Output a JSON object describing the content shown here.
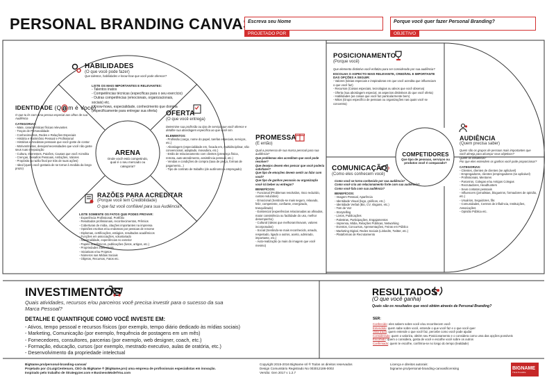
{
  "title": "PERSONAL BRANDING CANVAS",
  "name_box": {
    "placeholder": "Escreva seu Nome",
    "tag": "PROJETADO POR"
  },
  "objective_box": {
    "placeholder": "Porque você quer fazer Personal Branding?",
    "tag": "OBJETIVO"
  },
  "habilidades": {
    "title": "HABILIDADES",
    "subtitle": "(O que você pode fazer)",
    "question": "Que talentos, habilidades e know-how que você pode oferecer?",
    "list_heading": "LISTE OS MAIS IMPORTANTES E RELEVANTES:",
    "items": [
      "- Talentos inatos",
      "- Competências técnicas (específicas para o seu exercício)",
      "- Outras competências (emocionais, organizacionais, sociais) etc.",
      "- Know-hows, especialidade, conhecimento que domina",
      "(especificamente para entregar sua oferta)"
    ]
  },
  "identidade": {
    "title": "IDENTIDADE",
    "subtitle": "(Quem é Você)",
    "question": "O que tu és com uma pessoa especial aos olhos de sua Audiência",
    "categorias_label": "CATEGORIAS:",
    "items": [
      "- Mate, características físicas relevantes",
      "- Traços de Personalidade",
      "- Conhecimentos, Redes e Relações Especiais",
      "- História e Patrimônio Pessoal e Profissional",
      "- Histórias e Anedotas pessoais que você goste de contar",
      "- Motivos/metas, desejos/necessidades que você não goste",
      "  seus ruas e reputação",
      "- Cultura, Interesses, Paixões, Causas que você Acredita",
      "- Crenças, Desafios Pessoais, Ambições, Valores",
      "- Propósito (a razão final por trás de suas ações)",
      "- Ideal (quem você gostaria de se tornar à medida da longo prazo)"
    ]
  },
  "arena": {
    "title": "ARENA",
    "text": "Onde você está competindo, qual é o seu mercado ou categoria?"
  },
  "oferta": {
    "title": "OFERTA",
    "subtitle": "(O que você entrega)",
    "question": "Determine sua profissão ou tipo de serviço que você oferece e detalhe sua abordagem específica ao que você sim.",
    "elementos_label": "ELEMENTOS:",
    "items": [
      "- Profissão (cargo, nome do papel, tarefas especiais, serviços, etc.)",
      "- Abordagem (especialidade em, focada em, multidisciplinar, não convencional, adaptado, inovadora, etc.)",
      "- Estilo de relacionamento com clientes (presença física, remota, auto-atendimento, assistência pessoal, etc.)",
      "- Vendas e condições de compra (taxa de preço, formas de pagamento...)",
      "- Tipo de contrato de trabalho (de autônomo a empregado)"
    ]
  },
  "razoes": {
    "title": "RAZÕES PARA ACREDITAR",
    "subtitle": "(Porque você tem Credibilidade)",
    "question": "O que faz você confiável para sua Audiência?",
    "list_heading": "LISTE SOMENTE OS FATOS QUE PODES PROVAR:",
    "items": [
      "- Experiência Profissional, Portfólio",
      "- Resultados profissionais, reconhecimentos, Prêmios",
      "- Coberturas de mídia, citações importantes na imprensa",
      "- Opiniões escritas e/ou endossos por pessoas de renome",
      "- Diplomas, certificações, estágios, resultados acadêmicos",
      "- Funções em associações, voluntariado",
      "- Nacionalidade, experiências no exterior",
      "- Papéis acadêmicos, publicações (livros, artigos, etc.)",
      "- Propriedades intelectuais",
      "- Iniciativas e/ou Projetos",
      "- Números nas Mídias Sociais",
      "- Objetos, Recursos, Fatos etc."
    ]
  },
  "promessa": {
    "title": "PROMESSA",
    "subtitle": "(E então)",
    "question": "Qual a promessa de sua marca pessoal para sua audiência?",
    "bold_lines": [
      "Que problemas eles acreditam que você pode resolver?",
      "Que desejos devem eles pensar que você poderia satisfazer?",
      "Que tipo de emoções devem sentir ao lidar com você?",
      "Que tipo de ganhos pessoais ou organização você irá beber ou entregar?"
    ],
    "beneficios_label": "BENEFÍCIOS:",
    "items": [
      "- Funcional (Problemas resolvidos, risco reduzido, custos reduzidos)",
      "- Emocional (Sentindo-se mais seguro, relaxado, feliz, competente, confiante, energizado, tranquilizado)",
      "- Existencial (experiências relacionadas ao afinados, maior consistência ou facilidade do uso, melhor desempenho)",
      "- Cultural (Ideias que melhoram/inovam, valores incorporados)",
      "- Social (Sentindo-se mais reconhecido, amado, respeitado, ligado a outros, aceito, admirado, importante, etc.)",
      "- Auto-realização (a mais do imagem que você mesmo)"
    ]
  },
  "posicionamento": {
    "title": "POSICIONAMENTO",
    "subtitle": "(Porque você)",
    "question": "Que elemento distintivo você enfatiza para ser considerado por sua audiência?",
    "choose_heading": "ESCOLHA O ASPECTO MAIS RELEVANTE, CREDÍVEL E IMPORTANTE DAS OPÇÕES A SEGUIR:",
    "items": [
      "- Valores (Ideias especiais e inspiradoras em que você acredita que influenciam o que você faz)",
      "- Recursos (Coisas especiais, tecnologias ou ativos que você observa)",
      "- Oferta (sua abordagem especial, os aspectos distintivos do que você oferta)",
      "- Habilidades (as coisas que você faz particularmente bem)",
      "- Mitos (Grupo específico de pessoas ou organizações nas quais você se concentra)"
    ]
  },
  "comunicacao": {
    "title": "COMUNICAÇÃO",
    "subtitle": "(Como eles conhecem você)",
    "questions": [
      "Como você se torna conhecido por sua audiência?",
      "Como você cria um relacionamento forte com sua audiência?",
      "Como você fala com sua audiência?"
    ],
    "beneficios_label": "BENEFÍCIOS:",
    "items": [
      "- Imagem Pessoal, Aparência",
      "- Identidade Visual (logo, gráficos, etc.)",
      "- Identidade Verbal (Bio, CV, slogans, etc.)",
      "- Tom de Voz",
      "- Storytelling",
      "- Livros, Publicações",
      "- Palestras, Participações, Engajamentos",
      "- Imprensa, Mídia, Relações Públicas, Networking",
      "- Eventos, Concursos, Apresentações, Feiras em Público",
      "- Marketing Digital, Redes Sociais (LinkedIn, Twitter, etc.)",
      "- Plataformas de Recrutamento"
    ]
  },
  "competidores": {
    "title": "COMPETIDORES",
    "text": "Que tipo de pessoas, serviços ou produtos você é comparado?"
  },
  "audiencia": {
    "title": "AUDIÊNCIA",
    "subtitle": "(Quem precisa saber)",
    "questions": [
      "Quem são os grupos de pessoas mais importantes que você almeja para alcançar seus objetivos?",
      "Quem os influencia?",
      "Por que eles entendem os ganhos você pode proporcionar?"
    ],
    "categorias_label": "CATEGORIAS:",
    "items": [
      "- Clientes, clientes de clientes (se aplicável)",
      "- Empregadores, clientes (empregadores (se aplicável)",
      "- Profissionais, Mentores",
      "- Parceiros, Colegas e/ou Antigos Colegas",
      "- Recrutadores, Headhunters",
      "- Seus contatos pessoais",
      "- Influencers (jornalistas, blogueiros, formadores de opinião, etc.)",
      "- Usuários, Seguidores, fãs",
      "- Comunidades, Centros de influência, Instituições, Associações",
      "- Opinião Pública etc."
    ]
  },
  "investimentos": {
    "title": "INVESTIMENTOS",
    "question": "Quais atividades, recursos e/ou parceiros você precisa investir para o sucesso da sua Marca Pessoal?",
    "heading": "DETALHE E QUANTIFIQUE COMO VOCÊ INVESTE EM:",
    "items": [
      "Ativos, tempo pessoal e recursos físicos (por exemplo, tempo diário dedicado às mídias sociais)",
      "Marketing, Comunicação (por exemplo, frequência de postagens em um mês)",
      "Fornecedores, consultores, parcerias (por exemplo, web designer, coach, etc.)",
      "Formação, educação, cursos (por exemplo, mestrado executivo, aulas de oratória, etc.)",
      "Desenvolvimento da propriedade intelectual"
    ]
  },
  "resultados": {
    "title": "RESULTADOS",
    "subtitle": "(O que você ganha)",
    "question": "Quais são os resultados que você obtém através de Personal Branding?",
    "see_label": "SER:",
    "items": [
      {
        "k": "Conhecido",
        "t": ": eles sabem sobre você e/ou reconhecem você"
      },
      {
        "k": "Entendido",
        "t": ": quem sabe sobre você, entende o que você faz e o que você quer"
      },
      {
        "k": "Valorizado",
        "t": ": quem entende o que você faz, percebe como você pode ajudar"
      },
      {
        "k": "Considerado",
        "t": ": quem o valoriza, obtém seu Posicionamento e o considera como uma das opções possíveis"
      },
      {
        "k": "Escolhido",
        "t": ": quem o considera, gosta de você e escolhe você sobre os outros"
      },
      {
        "k": "Confirmado",
        "t": ": quem te escolhe, confirma-se no longo do tempo (lealdade)"
      }
    ]
  },
  "footer": {
    "left": [
      "BigName.pro/personal-branding-canvas/",
      "Projetado por @LuigiCentenaro, CEO da BigName ® (BigName.pro) uma empresa de profissionais especialistas em inovação.",
      "Inspirado pelo trabalho de Strategyzer.com e BusinessModelYou.com"
    ],
    "center": [
      "Copyright 2015-2016 BigName srl ® Todos os direitos reservados",
      "Design Comunitário Registrado No 003012186-0002",
      "Versão: Gen 2017 v 1.2.7"
    ],
    "right": [
      "Licença e direitos autorais:",
      "bigname.pro/personal-branding-canvas/licensing"
    ],
    "brand": "BIGNAME",
    "brand_slogan": "Think Possible"
  }
}
